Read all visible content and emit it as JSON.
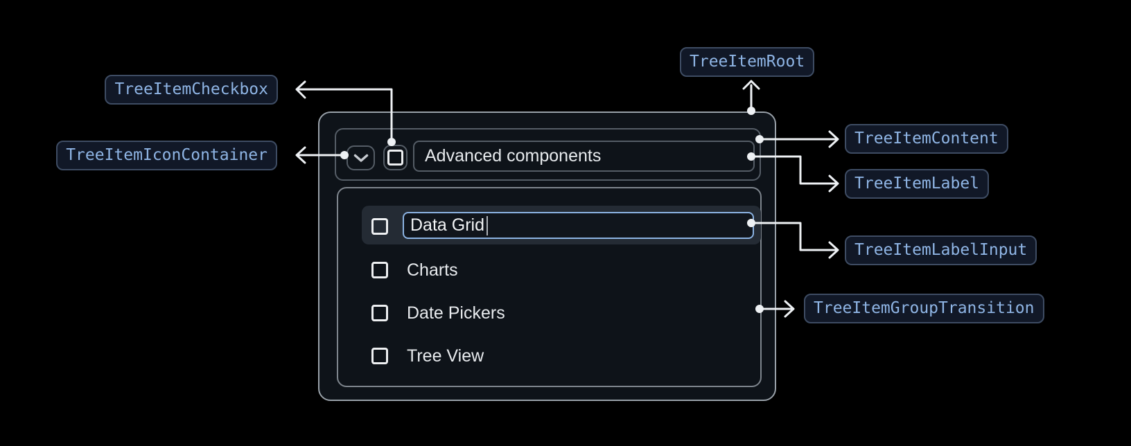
{
  "tree": {
    "expanded_item": {
      "label": "Advanced components"
    },
    "items": [
      {
        "label": "Data Grid",
        "state": "editing"
      },
      {
        "label": "Charts"
      },
      {
        "label": "Date Pickers"
      },
      {
        "label": "Tree View"
      }
    ]
  },
  "annotations": {
    "root": "TreeItemRoot",
    "checkbox": "TreeItemCheckbox",
    "icon_container": "TreeItemIconContainer",
    "content": "TreeItemContent",
    "label": "TreeItemLabel",
    "label_input": "TreeItemLabelInput",
    "group_transition": "TreeItemGroupTransition"
  },
  "colors": {
    "page_background": "#000000",
    "panel_background": "#0e1319",
    "annotation_text": "#8fb5e5",
    "annotation_background": "#111827",
    "annotation_border": "#3e4c63",
    "focused_input_border": "#8cb4e4",
    "selected_row_background": "#242b34",
    "text": "#e8ebee",
    "connector": "#eef1f4"
  }
}
